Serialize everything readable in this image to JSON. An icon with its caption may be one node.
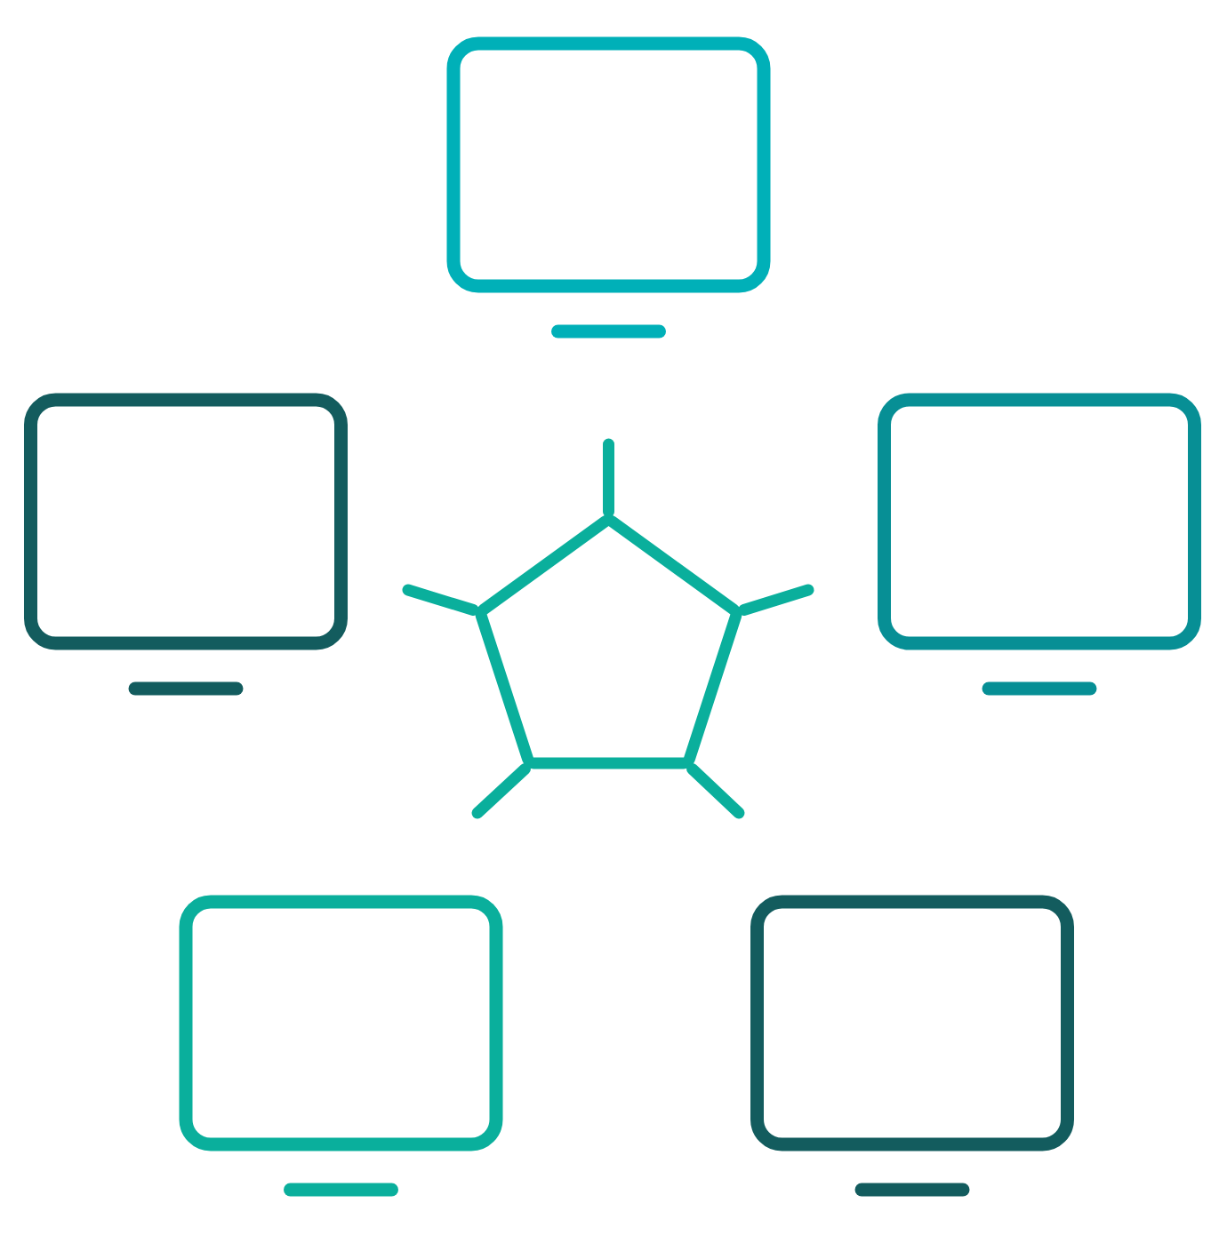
{
  "diagram": {
    "nodes": [
      {
        "text": [],
        "shape": "box"
      },
      {
        "text": [],
        "shape": "box"
      },
      {
        "text": [],
        "shape": "box"
      },
      {
        "text": [],
        "shape": "pentagon"
      },
      {
        "text": [],
        "shape": "box"
      },
      {
        "text": [],
        "shape": "box"
      }
    ],
    "edges": [
      {
        "from": 3,
        "to": null,
        "arrow": "none"
      },
      {
        "from": 3,
        "to": null,
        "arrow": "none"
      },
      {
        "from": 3,
        "to": null,
        "arrow": "none"
      },
      {
        "from": 3,
        "to": null,
        "arrow": "none"
      },
      {
        "from": 3,
        "to": null,
        "arrow": "none"
      }
    ]
  }
}
